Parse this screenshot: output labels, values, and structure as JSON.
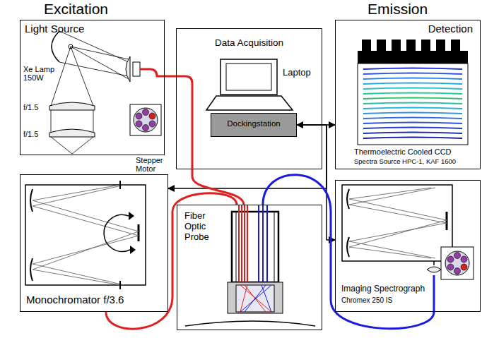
{
  "diagram": {
    "nodes": [
      {
        "text": [
          "Light Source"
        ]
      },
      {
        "text": [
          "Data Acquisition"
        ]
      },
      {
        "text": [
          "Dockingstation"
        ],
        "in": 1
      },
      {
        "text": [
          "Detection",
          "Thermoelectric Cooled CCD",
          "Spectra Source HPC-1, KAF 1600"
        ]
      },
      {
        "text": [
          "Monochromator f/3.6"
        ]
      },
      {
        "text": [
          "Fiber Optic Probe"
        ]
      },
      {
        "text": [
          "Imaging Spectrograph",
          "Chromex 250 IS"
        ]
      }
    ],
    "edges": [
      {
        "from": 2,
        "to": 3,
        "arrow": "both"
      },
      {
        "from": 2,
        "to": 4,
        "arrow": "to"
      },
      {
        "from": 2,
        "to": 6,
        "arrow": "to"
      },
      {
        "from": 0,
        "to": 5,
        "arrow": "none"
      },
      {
        "from": 4,
        "to": 5,
        "arrow": "none"
      },
      {
        "from": 5,
        "to": 6,
        "arrow": "none"
      }
    ],
    "labels": [
      "Excitation",
      "Emission",
      "Xe Lamp 150W",
      "f/1.5",
      "f/1.5",
      "Laptop",
      "Stepper Motor"
    ]
  }
}
